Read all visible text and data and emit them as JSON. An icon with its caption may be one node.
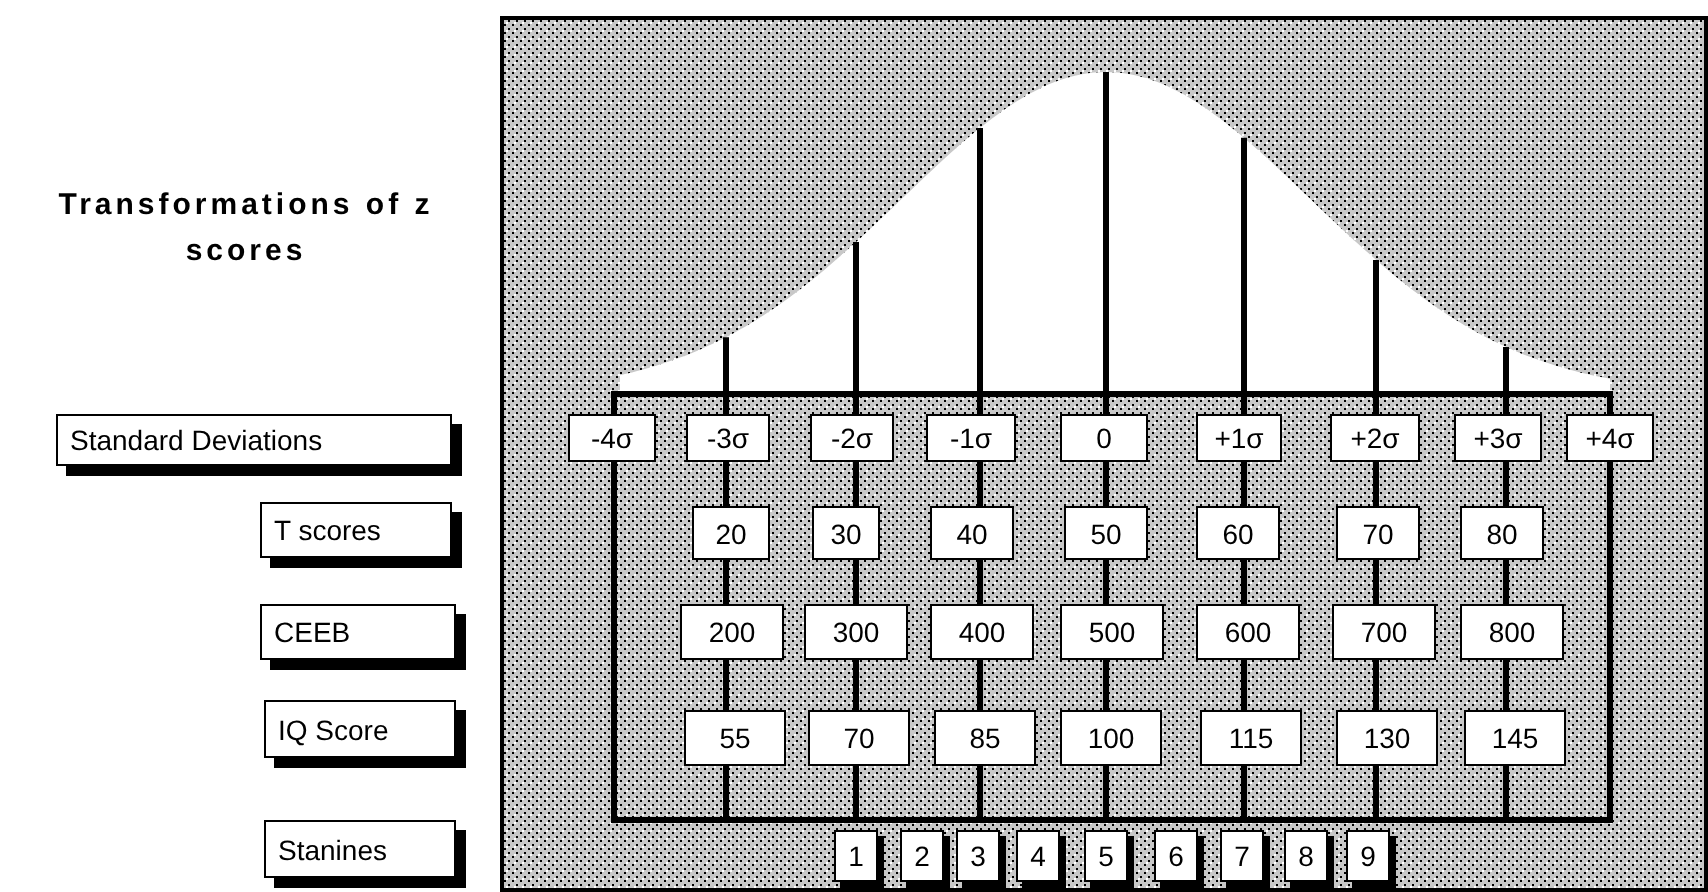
{
  "diagram": {
    "title": "Transformations of z scores",
    "nodes": [
      {
        "text": [
          "Standard Deviations"
        ]
      },
      {
        "text": [
          "-4σ"
        ]
      },
      {
        "text": [
          "-3σ"
        ]
      },
      {
        "text": [
          "-2σ"
        ]
      },
      {
        "text": [
          "-1σ"
        ]
      },
      {
        "text": [
          "0"
        ]
      },
      {
        "text": [
          "+1σ"
        ]
      },
      {
        "text": [
          "+2σ"
        ]
      },
      {
        "text": [
          "+3σ"
        ]
      },
      {
        "text": [
          "+4σ"
        ]
      },
      {
        "text": [
          "T scores"
        ]
      },
      {
        "text": [
          "20"
        ]
      },
      {
        "text": [
          "30"
        ]
      },
      {
        "text": [
          "40"
        ]
      },
      {
        "text": [
          "50"
        ]
      },
      {
        "text": [
          "60"
        ]
      },
      {
        "text": [
          "70"
        ]
      },
      {
        "text": [
          "80"
        ]
      },
      {
        "text": [
          "CEEB"
        ]
      },
      {
        "text": [
          "200"
        ]
      },
      {
        "text": [
          "300"
        ]
      },
      {
        "text": [
          "400"
        ]
      },
      {
        "text": [
          "500"
        ]
      },
      {
        "text": [
          "600"
        ]
      },
      {
        "text": [
          "700"
        ]
      },
      {
        "text": [
          "800"
        ]
      },
      {
        "text": [
          "IQ Score"
        ]
      },
      {
        "text": [
          "55"
        ]
      },
      {
        "text": [
          "70"
        ]
      },
      {
        "text": [
          "85"
        ]
      },
      {
        "text": [
          "100"
        ]
      },
      {
        "text": [
          "115"
        ]
      },
      {
        "text": [
          "130"
        ]
      },
      {
        "text": [
          "145"
        ]
      },
      {
        "text": [
          "Stanines"
        ]
      },
      {
        "text": [
          "1"
        ]
      },
      {
        "text": [
          "2"
        ]
      },
      {
        "text": [
          "3"
        ]
      },
      {
        "text": [
          "4"
        ]
      },
      {
        "text": [
          "5"
        ]
      },
      {
        "text": [
          "6"
        ]
      },
      {
        "text": [
          "7"
        ]
      },
      {
        "text": [
          "8"
        ]
      },
      {
        "text": [
          "9"
        ]
      }
    ]
  }
}
